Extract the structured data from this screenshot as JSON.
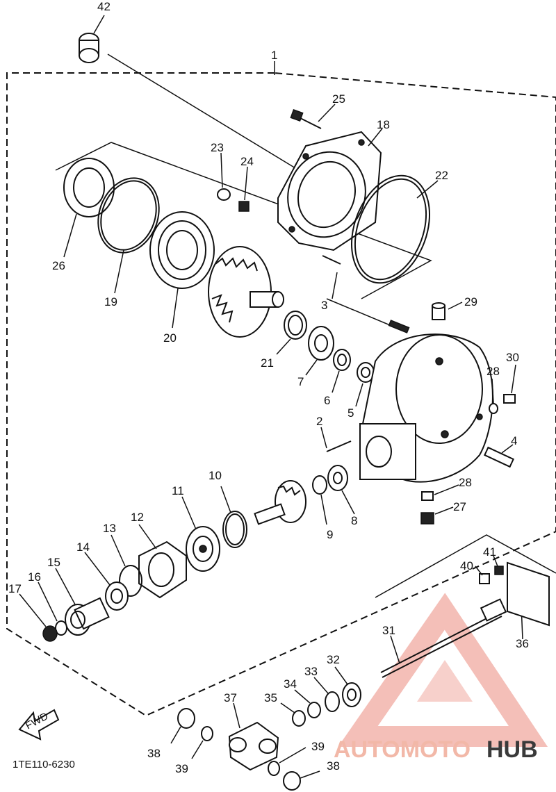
{
  "diagram_code": "1TE110-6230",
  "fwd_label": "FWD",
  "watermark": {
    "text_a": "AUTOMOTO",
    "text_b": "HUB",
    "color_a": "#f2b8a8",
    "color_b": "#3a3a3a",
    "triangle_color": "#f0a9a0"
  },
  "callouts": {
    "c1": "1",
    "c2": "2",
    "c3": "3",
    "c4": "4",
    "c5": "5",
    "c6": "6",
    "c7": "7",
    "c8": "8",
    "c9": "9",
    "c10": "10",
    "c11": "11",
    "c12": "12",
    "c13": "13",
    "c14": "14",
    "c15": "15",
    "c16": "16",
    "c17": "17",
    "c18": "18",
    "c19": "19",
    "c20": "20",
    "c21": "21",
    "c22": "22",
    "c23": "23",
    "c24": "24",
    "c25": "25",
    "c26": "26",
    "c27": "27",
    "c28a": "28",
    "c28b": "28",
    "c29": "29",
    "c30": "30",
    "c31": "31",
    "c32": "32",
    "c33": "33",
    "c34": "34",
    "c35": "35",
    "c36": "36",
    "c37": "37",
    "c38a": "38",
    "c38b": "38",
    "c39a": "39",
    "c39b": "39",
    "c40": "40",
    "c41": "41",
    "c42": "42"
  }
}
